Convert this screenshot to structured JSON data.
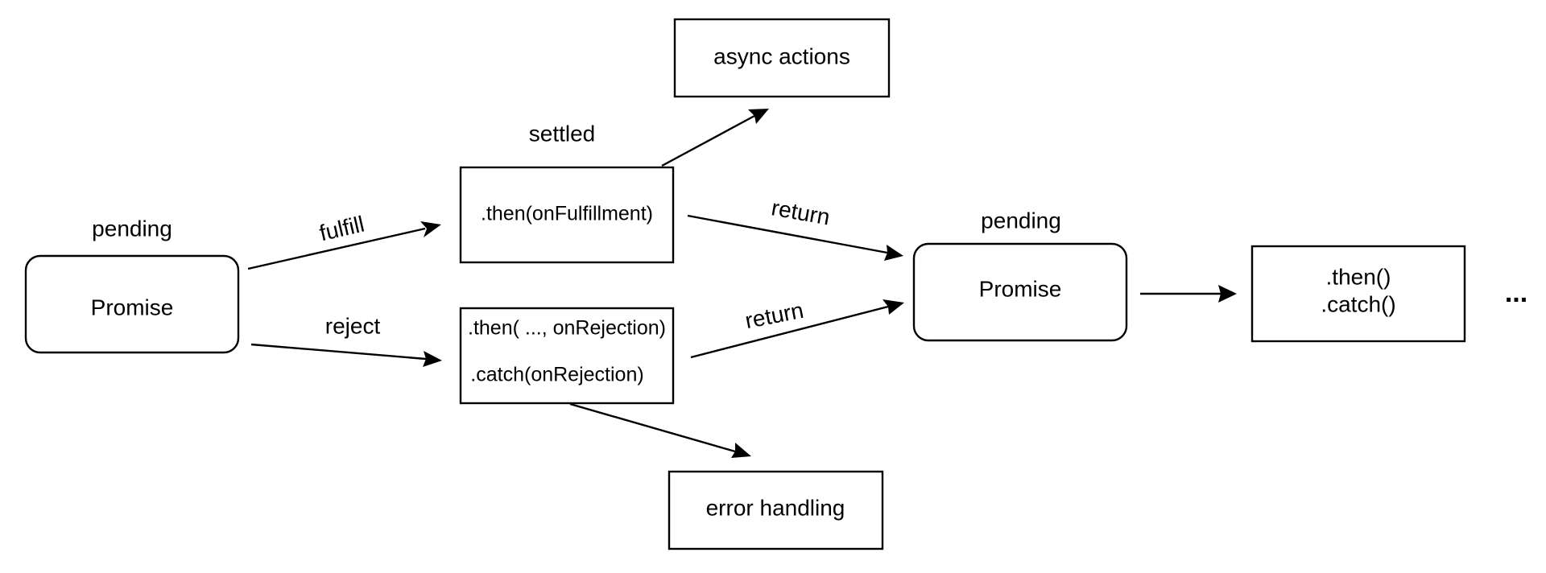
{
  "diagram": {
    "nodes": {
      "promise_start": {
        "label": "Promise",
        "state": "pending"
      },
      "then_fulfill": {
        "label": ".then(onFulfillment)",
        "state": "settled"
      },
      "then_catch": {
        "line1": ".then( ..., onRejection)",
        "line2": ".catch(onRejection)"
      },
      "async_actions": {
        "label": "async actions"
      },
      "error_handling": {
        "label": "error handling"
      },
      "promise_next": {
        "label": "Promise",
        "state": "pending"
      },
      "then_catch_next": {
        "line1": ".then()",
        "line2": ".catch()"
      },
      "continuation": {
        "label": "..."
      }
    },
    "edges": {
      "fulfill": {
        "label": "fulfill"
      },
      "reject": {
        "label": "reject"
      },
      "return_top": {
        "label": "return"
      },
      "return_bottom": {
        "label": "return"
      }
    }
  }
}
